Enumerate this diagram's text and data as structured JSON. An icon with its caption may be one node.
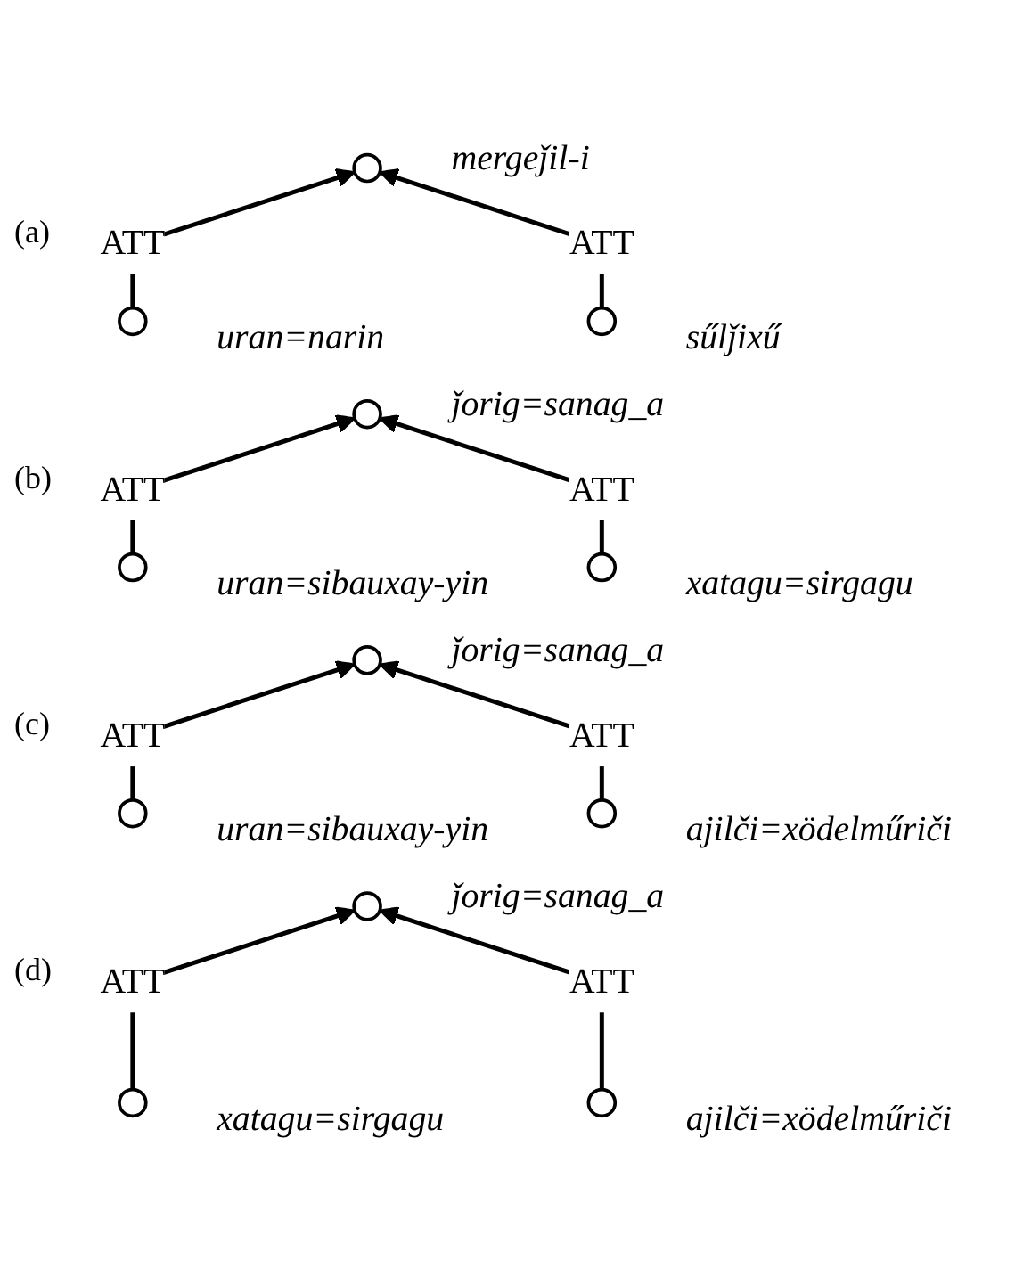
{
  "diagram": {
    "nodes": [
      {
        "text": [],
        "shape": "circle",
        "beside": [
          "mergeǰil-i"
        ]
      },
      {
        "text": [],
        "shape": "circle",
        "beside": [
          "uran=narin"
        ]
      },
      {
        "text": [],
        "shape": "circle",
        "beside": [
          "sűlǰixű"
        ]
      },
      {
        "text": [],
        "shape": "circle",
        "beside": [
          "ǰorig=sanag_a"
        ]
      },
      {
        "text": [],
        "shape": "circle",
        "beside": [
          "uran=sibauxay-yin"
        ]
      },
      {
        "text": [],
        "shape": "circle",
        "beside": [
          "xatagu=sirgagu"
        ]
      },
      {
        "text": [],
        "shape": "circle",
        "beside": [
          "ǰorig=sanag_a"
        ]
      },
      {
        "text": [],
        "shape": "circle",
        "beside": [
          "uran=sibauxay-yin"
        ]
      },
      {
        "text": [],
        "shape": "circle",
        "beside": [
          "ajilči=xödelműriči"
        ]
      },
      {
        "text": [],
        "shape": "circle",
        "beside": [
          "ǰorig=sanag_a"
        ]
      },
      {
        "text": [],
        "shape": "circle",
        "beside": [
          "xatagu=sirgagu"
        ]
      },
      {
        "text": [],
        "shape": "circle",
        "beside": [
          "ajilči=xödelműriči"
        ]
      }
    ],
    "edges": [
      {
        "from": 1,
        "to": 0,
        "arrow": "to",
        "label": "ATT"
      },
      {
        "from": 2,
        "to": 0,
        "arrow": "to",
        "label": "ATT"
      },
      {
        "from": 4,
        "to": 3,
        "arrow": "to",
        "label": "ATT"
      },
      {
        "from": 5,
        "to": 3,
        "arrow": "to",
        "label": "ATT"
      },
      {
        "from": 7,
        "to": 6,
        "arrow": "to",
        "label": "ATT"
      },
      {
        "from": 8,
        "to": 6,
        "arrow": "to",
        "label": "ATT"
      },
      {
        "from": 10,
        "to": 9,
        "arrow": "to",
        "label": "ATT"
      },
      {
        "from": 11,
        "to": 9,
        "arrow": "to",
        "label": "ATT"
      }
    ],
    "labels": [
      "(a)",
      "(b)",
      "(c)",
      "(d)"
    ]
  }
}
